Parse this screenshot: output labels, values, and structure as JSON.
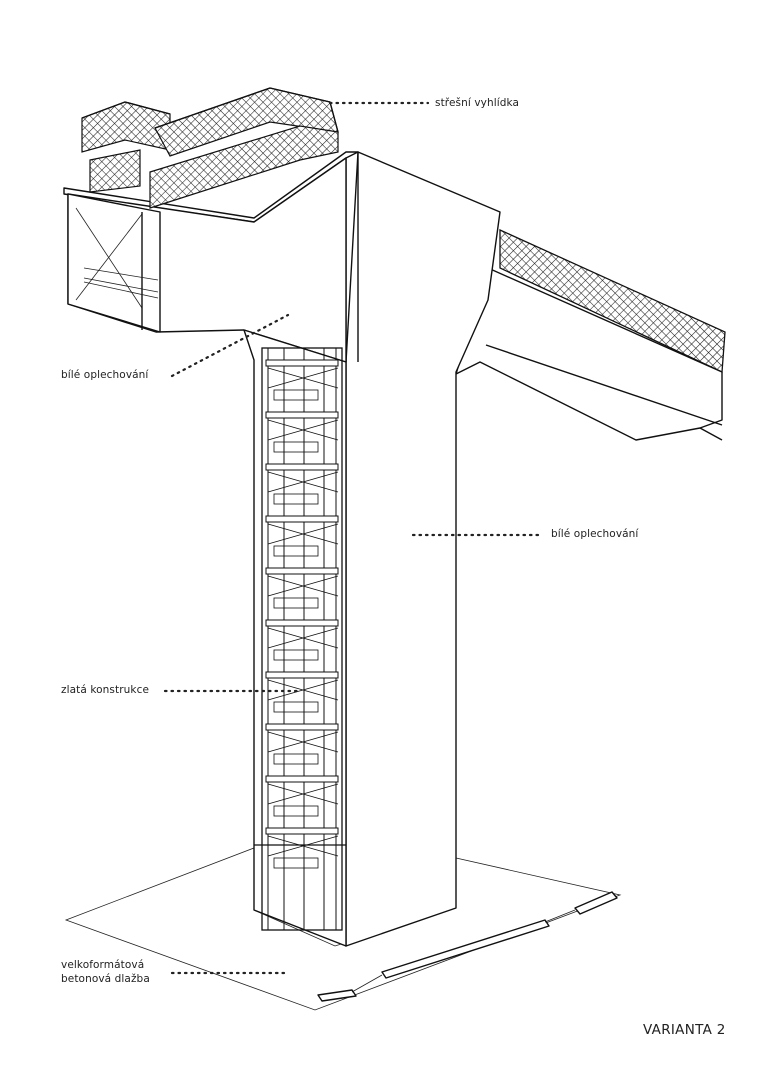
{
  "labels": {
    "roof_lookout": "střešní vyhlídka",
    "white_cladding_left": "bílé oplechování",
    "white_cladding_right": "bílé oplechování",
    "golden_structure": "zlatá konstrukce",
    "paving_line1": "velkoformátová",
    "paving_line2": "betonová dlažba"
  },
  "variant": "VARIANTA 2",
  "colors": {
    "line": "#111111",
    "background": "#ffffff",
    "text": "#222222"
  }
}
